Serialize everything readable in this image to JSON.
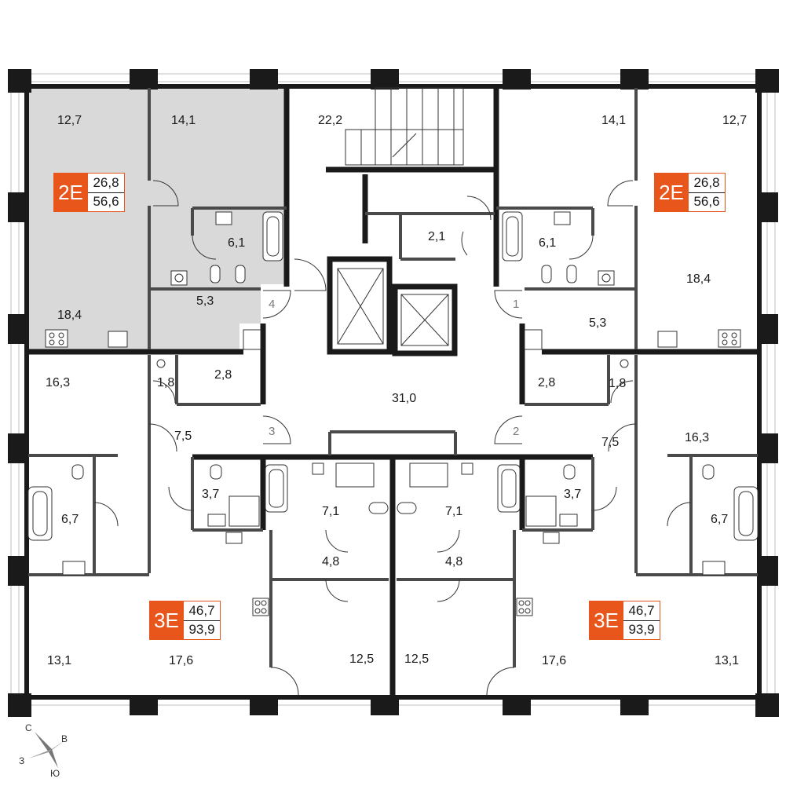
{
  "colors": {
    "wall": "#1a1a1a",
    "partition": "#4a4a4a",
    "highlight": "#d9d9d9",
    "badge": "#e8561c"
  },
  "apartments": [
    {
      "id": "left-2e",
      "code": "2E",
      "living_area": "26,8",
      "total_area": "56,6"
    },
    {
      "id": "right-2e",
      "code": "2E",
      "living_area": "26,8",
      "total_area": "56,6"
    },
    {
      "id": "left-3e",
      "code": "3E",
      "living_area": "46,7",
      "total_area": "93,9"
    },
    {
      "id": "right-3e",
      "code": "3E",
      "living_area": "46,7",
      "total_area": "93,9"
    }
  ],
  "rooms": [
    "12,7",
    "14,1",
    "22,2",
    "14,1",
    "12,7",
    "6,1",
    "2,1",
    "6,1",
    "18,4",
    "5,3",
    "18,4",
    "5,3",
    "16,3",
    "1,8",
    "2,8",
    "31,0",
    "2,8",
    "1,8",
    "16,3",
    "7,5",
    "7,5",
    "3,7",
    "7,1",
    "7,1",
    "3,7",
    "6,7",
    "6,7",
    "4,8",
    "4,8",
    "13,1",
    "17,6",
    "12,5",
    "12,5",
    "17,6",
    "13,1"
  ],
  "door_numbers": [
    "4",
    "1",
    "3",
    "2"
  ],
  "compass": {
    "north": "С",
    "east": "В",
    "west": "З",
    "south": "Ю"
  }
}
